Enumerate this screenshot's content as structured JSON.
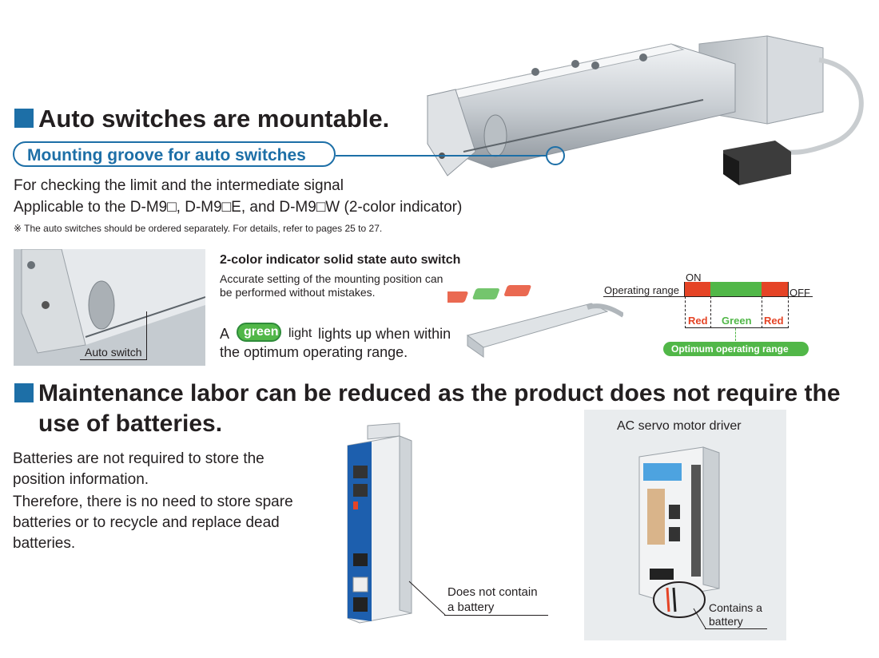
{
  "section1": {
    "heading": "Auto switches are mountable.",
    "tag": "Mounting groove for auto switches",
    "line1": "For checking the limit and the intermediate signal",
    "line2": "Applicable to the D-M9□, D-M9□E, and D-M9□W (2-color indicator)",
    "note": "※ The auto switches should be ordered separately. For details, refer to pages 25 to 27."
  },
  "photo1": {
    "label": "Auto switch"
  },
  "indicator": {
    "title": "2-color indicator solid state auto switch",
    "desc1": "Accurate setting of the mounting position can",
    "desc2": "be performed without mistakes.",
    "a": "A",
    "green_badge": "green",
    "light": "light",
    "rest1": "lights up when within",
    "rest2": "the optimum operating range."
  },
  "diagram": {
    "operating_range": "Operating range",
    "on": "ON",
    "off": "OFF",
    "red1": "Red",
    "green": "Green",
    "red2": "Red",
    "optimum": "Optimum operating range"
  },
  "section2": {
    "heading_line1": "Maintenance labor can be reduced as the product does not require the",
    "heading_line2": "use of batteries.",
    "p1": "Batteries are not required to store the",
    "p2": "position information.",
    "p3": "Therefore, there is no need to store spare",
    "p4": "batteries or to recycle and replace dead",
    "p5": "batteries."
  },
  "controller": {
    "label1": "Does not contain",
    "label2": "a battery"
  },
  "servo": {
    "title": "AC servo motor driver",
    "label1": "Contains a",
    "label2": "battery"
  },
  "colors": {
    "brand_blue": "#1d6fa7",
    "red": "#e54426",
    "green": "#51b748"
  }
}
